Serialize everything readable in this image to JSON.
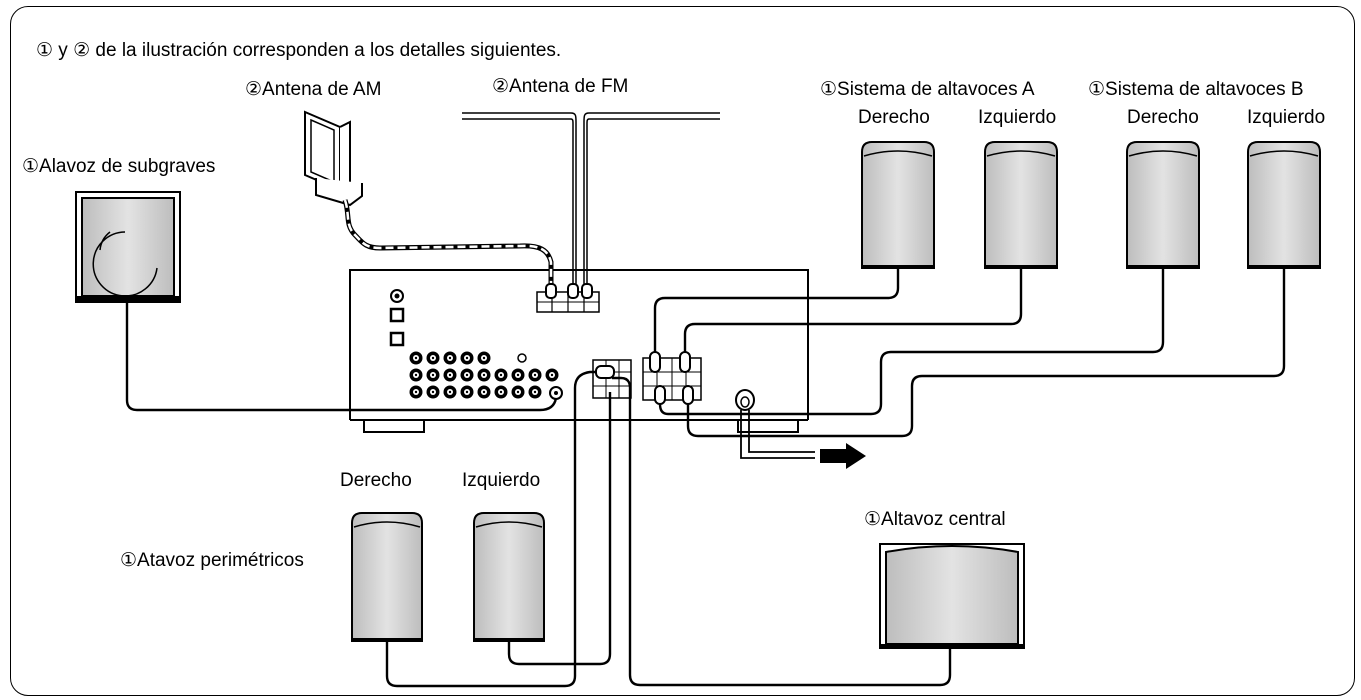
{
  "note": "① y ② de la ilustración corresponden a los detalles siguientes.",
  "antennas": {
    "am": "②Antena de AM",
    "fm": "②Antena de FM"
  },
  "speakers": {
    "system_a": {
      "title": "①Sistema de altavoces A",
      "right": "Derecho",
      "left": "Izquierdo"
    },
    "system_b": {
      "title": "①Sistema de altavoces B",
      "right": "Derecho",
      "left": "Izquierdo"
    },
    "subwoofer": "①Alavoz de subgraves",
    "surround": {
      "title": "①Atavoz perimétricos",
      "right": "Derecho",
      "left": "Izquierdo"
    },
    "center": "①Altavoz central"
  },
  "colors": {
    "line": "#000000",
    "speaker_fill": "#d4d4d4",
    "speaker_top": "#eeeeee"
  }
}
